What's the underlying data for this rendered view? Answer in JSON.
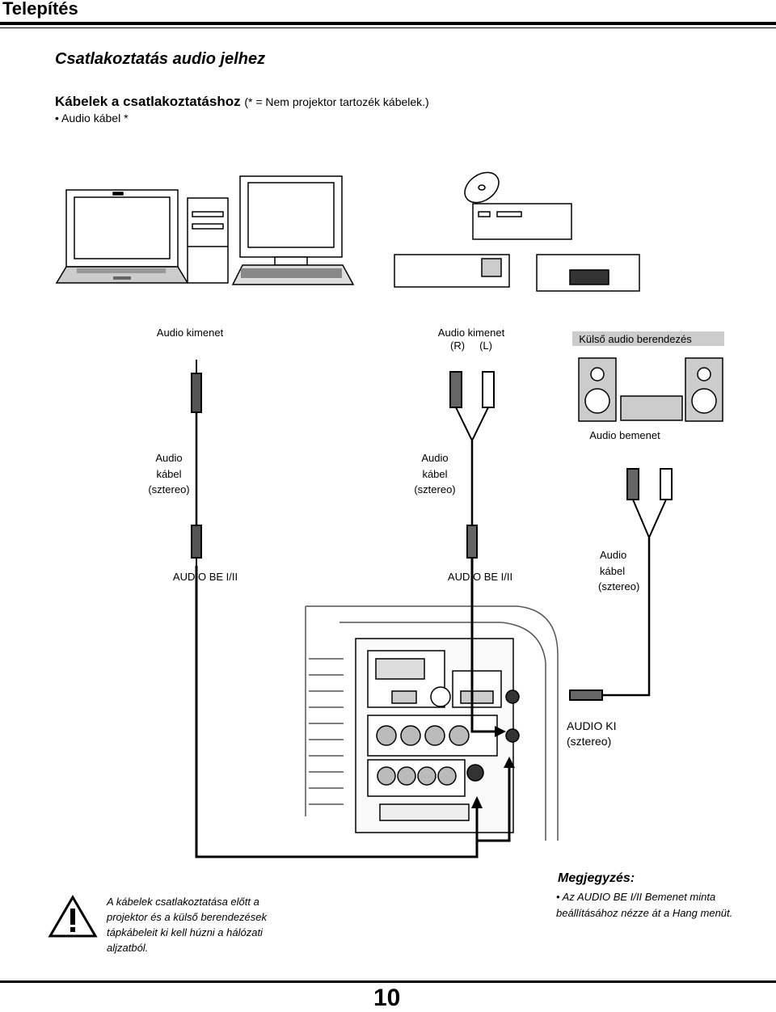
{
  "header": {
    "title": "Telepítés"
  },
  "section": {
    "title": "Csatlakoztatás audio jelhez"
  },
  "cables": {
    "heading": "Kábelek a csatlakoztatáshoz",
    "note": "(* = Nem projektor tartozék kábelek.)",
    "items": [
      "Audio kábel *"
    ]
  },
  "diagram": {
    "audio_out_left": "Audio kimenet",
    "audio_out_middle": "Audio kimenet",
    "audio_out_middle_channels": "(R)     (L)",
    "external_audio": "Külső audio berendezés",
    "audio_in": "Audio bemenet",
    "cable_left": [
      "Audio",
      "kábel",
      "(sztereo)"
    ],
    "cable_middle": [
      "Audio",
      "kábel",
      "(sztereo)"
    ],
    "cable_right": [
      "Audio",
      "kábel",
      "(sztereo)"
    ],
    "audio_be_left": "AUDIO BE I/II",
    "audio_be_middle": "AUDIO BE I/II",
    "audio_ki": [
      "AUDIO KI",
      "(sztereo)"
    ]
  },
  "warning": {
    "text": "A kábelek csatlakoztatása előtt a projektor és a külső berendezések tápkábeleit ki kell húzni a hálózati aljzatból."
  },
  "note": {
    "title": "Megjegyzés:",
    "text": "• Az AUDIO BE I/II Bemenet minta beállításához nézze át a Hang menüt."
  },
  "footer": {
    "page_number": "10"
  }
}
